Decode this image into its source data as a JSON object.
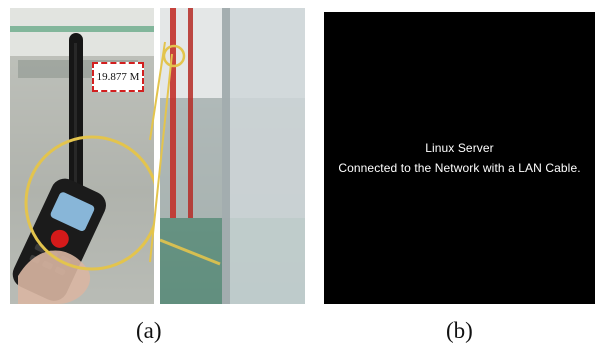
{
  "figure": {
    "panel_a": {
      "caption": "(a)",
      "distance_reading": "19.877 M",
      "colors": {
        "callout_border": "#d21f1f",
        "highlight_ring": "#e3c44d",
        "meter_body": "#1b1b1b",
        "meter_screen": "#88b6d8"
      }
    },
    "panel_b": {
      "caption": "(b)",
      "line1": "Linux Server",
      "line2": "Connected to the Network with a LAN Cable.",
      "colors": {
        "background": "#000000",
        "text": "#ffffff"
      }
    }
  }
}
